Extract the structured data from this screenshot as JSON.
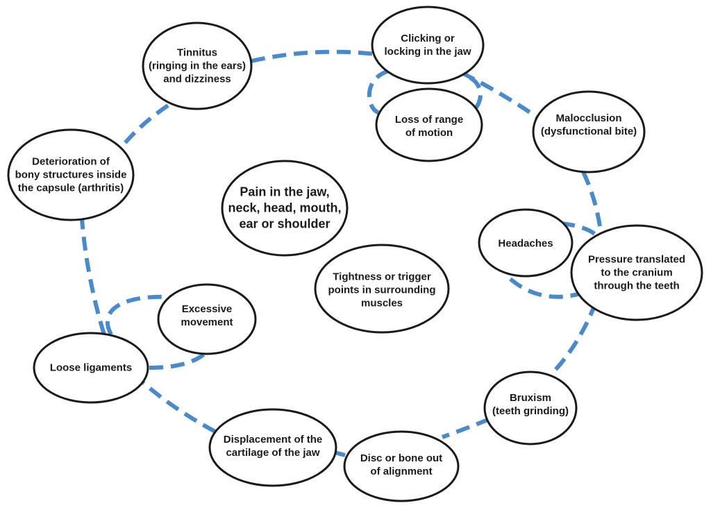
{
  "colors": {
    "connector": "#4a8acb",
    "outline": "#1a1a1a",
    "background": "#ffffff"
  },
  "nodes": {
    "tinnitus": [
      "Tinnitus",
      "(ringing in the ears)",
      "and dizziness"
    ],
    "clicking": [
      "Clicking or",
      "locking in the jaw"
    ],
    "loss_range": [
      "Loss of range",
      "of motion"
    ],
    "malocclusion": [
      "Malocclusion",
      "(dysfunctional bite)"
    ],
    "deterioration": [
      "Deterioration of",
      "bony structures inside",
      "the capsule (arthritis)"
    ],
    "pain": [
      "Pain in the jaw,",
      "neck, head, mouth,",
      "ear or shoulder"
    ],
    "headaches": [
      "Headaches"
    ],
    "pressure": [
      "Pressure translated",
      "to the cranium",
      "through the teeth"
    ],
    "tightness": [
      "Tightness or trigger",
      "points in surrounding",
      "muscles"
    ],
    "excessive": [
      "Excessive",
      "movement"
    ],
    "loose": [
      "Loose ligaments"
    ],
    "bruxism": [
      "Bruxism",
      "(teeth grinding)"
    ],
    "displacement": [
      "Displacement of the",
      "cartilage of the jaw"
    ],
    "disc": [
      "Disc or bone out",
      "of alignment"
    ]
  }
}
